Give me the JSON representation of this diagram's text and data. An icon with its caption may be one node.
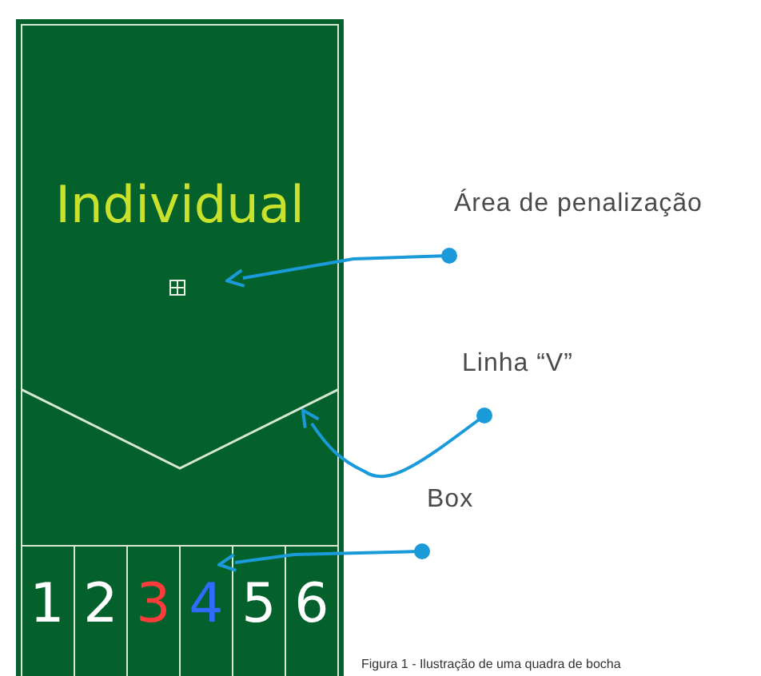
{
  "diagram": {
    "caption": "Figura 1 - Ilustração de uma quadra de bocha",
    "nodes": [
      {
        "text": [
          "Individual"
        ]
      },
      {
        "text": [],
        "shape": "box",
        "in": 0
      },
      {
        "text": [],
        "shape": "line",
        "in": 0
      },
      {
        "text": [
          "1"
        ],
        "in": 0
      },
      {
        "text": [
          "2"
        ],
        "in": 0
      },
      {
        "text": [
          "3"
        ],
        "in": 0
      },
      {
        "text": [
          "4"
        ],
        "in": 0
      },
      {
        "text": [
          "5"
        ],
        "in": 0
      },
      {
        "text": [
          "6"
        ],
        "in": 0
      },
      {
        "text": [
          "Área de penalização"
        ]
      },
      {
        "text": [
          "Linha “V”"
        ]
      },
      {
        "text": [
          "Box"
        ]
      }
    ],
    "edges": [
      {
        "from": 9,
        "to": 1,
        "arrow": "to"
      },
      {
        "from": 10,
        "to": 2,
        "arrow": "to"
      },
      {
        "from": 11,
        "to": 6,
        "arrow": "to"
      }
    ]
  }
}
